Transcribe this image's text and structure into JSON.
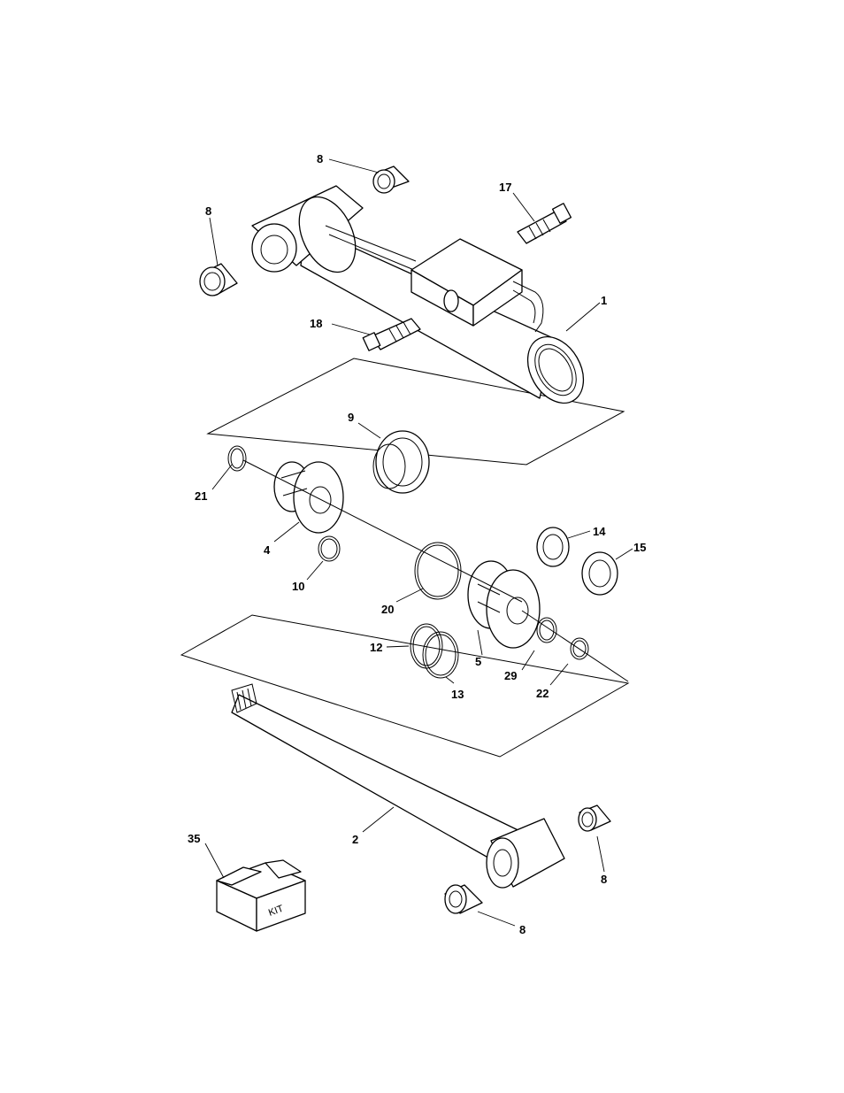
{
  "callouts": {
    "c8a": "8",
    "c8b": "8",
    "c8c": "8",
    "c8d": "8",
    "c17": "17",
    "c18": "18",
    "c1": "1",
    "c9": "9",
    "c21": "21",
    "c4": "4",
    "c10": "10",
    "c20": "20",
    "c14": "14",
    "c15": "15",
    "c12": "12",
    "c13": "13",
    "c5": "5",
    "c29": "29",
    "c22": "22",
    "c2": "2",
    "c35": "35"
  },
  "kit_label": "KIT"
}
